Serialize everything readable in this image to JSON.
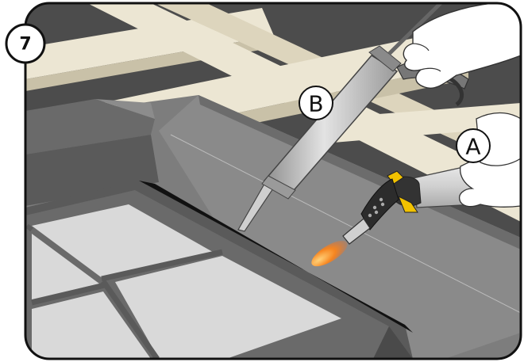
{
  "step": {
    "number": "7"
  },
  "callouts": [
    {
      "id": "torch",
      "letter": "A"
    },
    {
      "id": "sealant-gun",
      "letter": "B"
    }
  ],
  "colors": {
    "sky": "#4a4a4a",
    "roof_dark": "#686868",
    "roof_mid": "#7d7d7d",
    "roof_light": "#9a9a9a",
    "glass": "#d9d9d9",
    "frame": "#5a5a5a",
    "batten": "#ece6d3",
    "batten_shadow": "#c9c1a8",
    "flame": "#f26a1f",
    "handle_yellow": "#f2c200",
    "hand": "#ffffff"
  }
}
